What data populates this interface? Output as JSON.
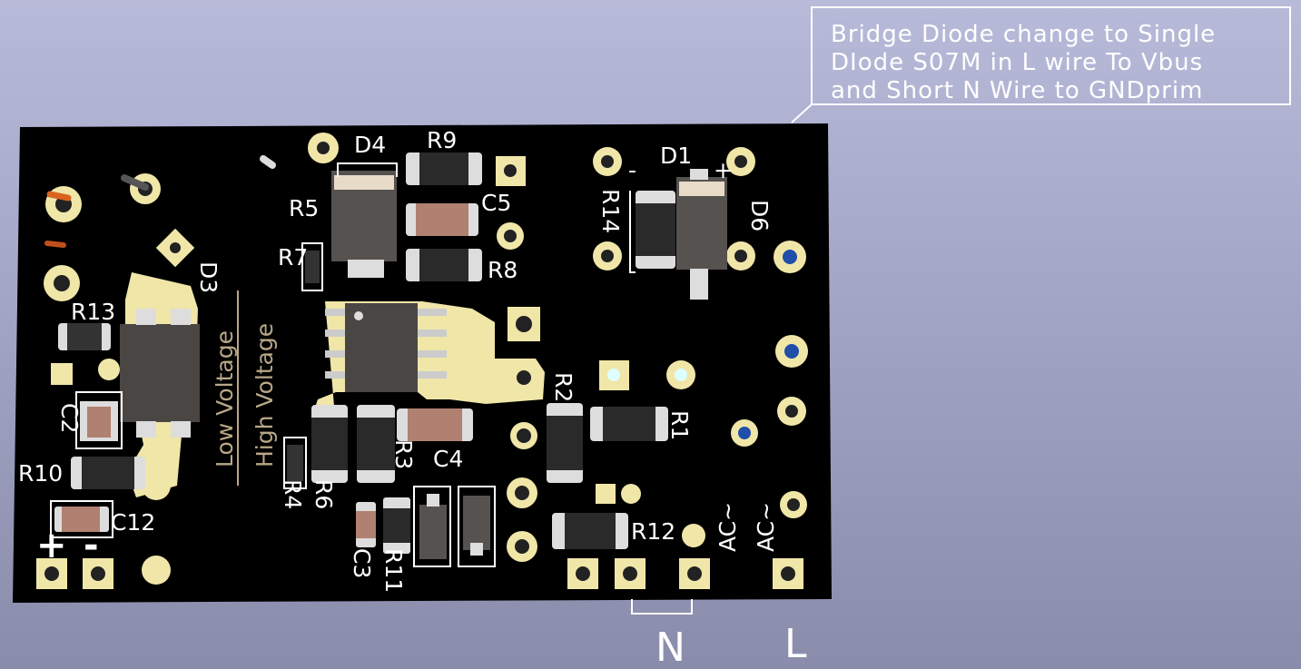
{
  "annotation": {
    "lines": [
      "Bridge Diode change to Single",
      "DIode S07M in L wire To Vbus",
      "and Short N Wire to GNDprim"
    ]
  },
  "silkscreen": {
    "D4": "D4",
    "R9": "R9",
    "R5": "R5",
    "C5": "C5",
    "R7": "R7",
    "R8": "R8",
    "D1": "D1",
    "R14": "R14",
    "D6": "D6",
    "D3": "D3",
    "R13": "R13",
    "C2": "C2",
    "R10": "R10",
    "C12": "C12",
    "R2": "R2",
    "R1": "R1",
    "R3": "R3",
    "C4": "C4",
    "R4": "R4",
    "R6": "R6",
    "C3": "C3",
    "R11": "R11",
    "R12": "R12",
    "ac1": "AC~",
    "ac2": "AC~",
    "low_voltage": "Low Voltage",
    "high_voltage": "High Voltage",
    "plus": "+",
    "minus": "-",
    "d1_minus": "-",
    "d1_plus": "+"
  },
  "terminals": {
    "neutral": "N",
    "line": "L"
  },
  "colors": {
    "board": "#000000",
    "pad": "#f0e6a8",
    "annotation_box": "#ffffff",
    "background_top": "#b8bad9",
    "background_bottom": "#8a8cab"
  }
}
